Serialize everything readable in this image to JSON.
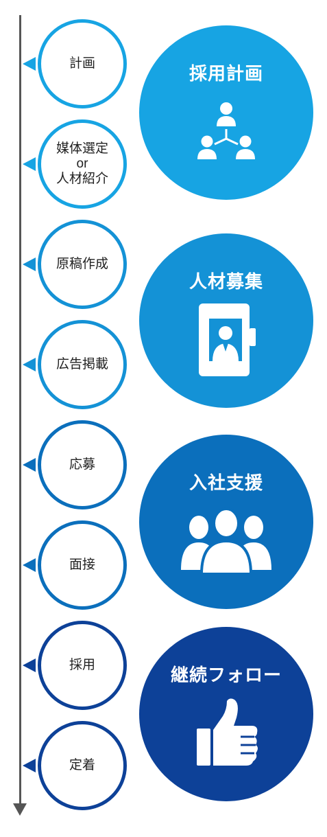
{
  "colors": {
    "line": "#555555",
    "phase1": "#17a4e3",
    "phase2": "#1492d6",
    "phase3": "#0b6fbc",
    "phase4": "#0d4198"
  },
  "steps": [
    {
      "label": "計画",
      "color": "#17a4e3"
    },
    {
      "label": "媒体選定\nor\n人材紹介",
      "color": "#17a4e3"
    },
    {
      "label": "原稿作成",
      "color": "#1492d6"
    },
    {
      "label": "広告掲載",
      "color": "#1492d6"
    },
    {
      "label": "応募",
      "color": "#0b6fbc"
    },
    {
      "label": "面接",
      "color": "#0b6fbc"
    },
    {
      "label": "採用",
      "color": "#0d4198"
    },
    {
      "label": "定着",
      "color": "#0d4198"
    }
  ],
  "phases": [
    {
      "title": "採用計画",
      "icon": "team-structure-icon",
      "color": "#17a4e3"
    },
    {
      "title": "人材募集",
      "icon": "profile-binder-icon",
      "color": "#1492d6"
    },
    {
      "title": "入社支援",
      "icon": "group-people-icon",
      "color": "#0b6fbc"
    },
    {
      "title": "継続フォロー",
      "icon": "thumbs-up-icon",
      "color": "#0d4198"
    }
  ]
}
